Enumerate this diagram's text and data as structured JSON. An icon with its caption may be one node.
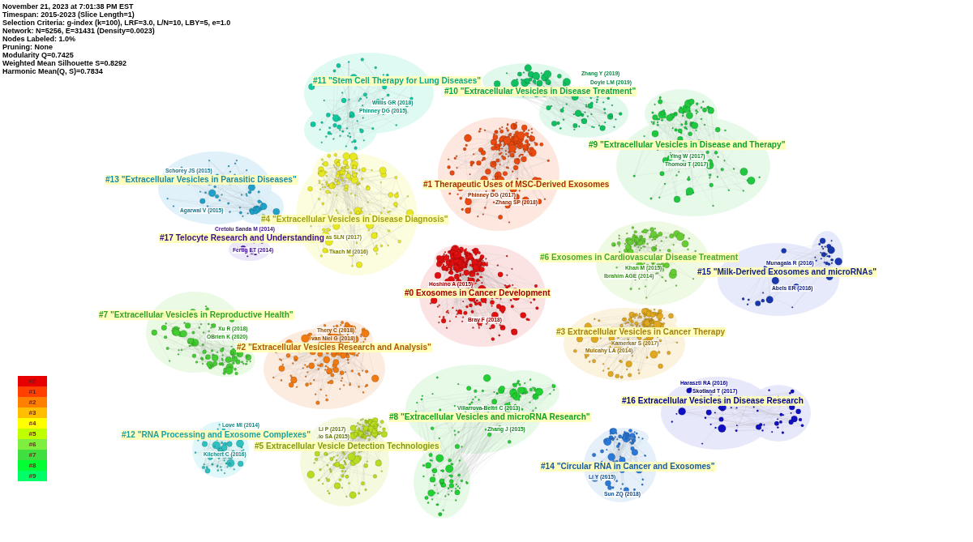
{
  "diagram": {
    "nodes": [
      {
        "text": [
          "#11 \"Stem Cell Therapy for Lung Diseases\"",
          "Willis GR (2018)",
          "Phinney DG (2015)"
        ]
      },
      {
        "text": [
          "Zhang Y (2019)",
          "Doyle LM (2019)",
          "#10 \"Extracellular Vesicles in Disease Treatment\""
        ]
      },
      {
        "text": [
          "#9 \"Extracellular Vesicles in Disease and Therapy\"",
          "Ying W (2017)",
          "Thomou T (2017)"
        ]
      },
      {
        "text": [
          "Schorey JS (2015)",
          "#13 \"Extracellular Vesicles in Parasitic Diseases\"",
          "Agarwal V (2015)"
        ]
      },
      {
        "text": [
          "#1 Therapeutic Uses of MSC-Derived Exosomes",
          "Phinney DG (2017)",
          "Zhang SP (2018)"
        ]
      },
      {
        "text": [
          "#4 \"Extracellular Vesicles in Disease Diagnosis\"",
          "as SLN (2017)",
          "Tkach M (2016)"
        ]
      },
      {
        "text": [
          "Cretoiu Sanda M (2014)",
          "#17 Telocyte Research and Understanding",
          "Fertig ET (2014)"
        ]
      },
      {
        "text": [
          "#6 Exosomes in Cardiovascular Disease Treatment",
          "Khan M (2015)",
          "Ibrahim AGE (2014)"
        ]
      },
      {
        "text": [
          "Munagala R (2016)",
          "#15 \"Milk-Derived Exosomes and microRNAs\"",
          "Abels ER (2016)"
        ]
      },
      {
        "text": [
          "Hoshino A (2015)",
          "#0 Exosomes in Cancer Development",
          "Bray F (2018)"
        ]
      },
      {
        "text": [
          "#7 \"Extracellular Vesicles in Reproductive Health\"",
          "Xu R (2018)",
          "OBrien K (2020)"
        ]
      },
      {
        "text": [
          "#3 Extracellular Vesicles in Cancer Therapy",
          "Kamerkar S (2017)",
          "Mulcahy LA (2014)"
        ]
      },
      {
        "text": [
          "Thery C (2018)",
          "van Niel G (2018)",
          "#2 \"Extracellular Vesicles Research and Analysis\""
        ]
      },
      {
        "text": [
          "Haraszti RA (2016)",
          "Skotland T (2017)",
          "#16 Extracellular Vesicles in Disease Research"
        ]
      },
      {
        "text": [
          "Villarrova-Beltri C (2013)",
          "#8 \"Extracellular Vesicles and microRNA Research\"",
          "Zhang J (2015)"
        ]
      },
      {
        "text": [
          "Love MI (2014)",
          "#12 \"RNA Processing and Exosome Complexes\"",
          "Kilchert C (2016)"
        ]
      },
      {
        "text": [
          "Li P (2017)",
          "io SA (2015)",
          "#5 Extracellular Vesicle Detection Technologies"
        ]
      },
      {
        "text": [
          "#14 \"Circular RNA in Cancer and Exosomes\"",
          "Li Y (2015)",
          "Sun ZQ (2018)"
        ]
      }
    ],
    "labels": [
      "November 21, 2023 at 7:01:38 PM EST",
      "Timespan: 2015-2023 (Slice Length=1)",
      "Selection Criteria: g-index (k=100), LRF=3.0, L/N=10, LBY=5, e=1.0",
      "Network: N=5256, E=31431 (Density=0.0023)",
      "Nodes Labeled: 1.0%",
      "Pruning: None",
      "Modularity Q=0.7425",
      "Weighted Mean Silhouette S=0.8292",
      "Harmonic Mean(Q, S)=0.7834"
    ],
    "legend": [
      {
        "text": "#0",
        "color": "#e60000"
      },
      {
        "text": "#1",
        "color": "#ff4000"
      },
      {
        "text": "#2",
        "color": "#ff7f00"
      },
      {
        "text": "#3",
        "color": "#ffbf00"
      },
      {
        "text": "#4",
        "color": "#ffff00"
      },
      {
        "text": "#5",
        "color": "#bfff00"
      },
      {
        "text": "#6",
        "color": "#7fef3f"
      },
      {
        "text": "#7",
        "color": "#3fdf3f"
      },
      {
        "text": "#8",
        "color": "#00ff33"
      },
      {
        "text": "#9",
        "color": "#00ff66"
      }
    ]
  }
}
